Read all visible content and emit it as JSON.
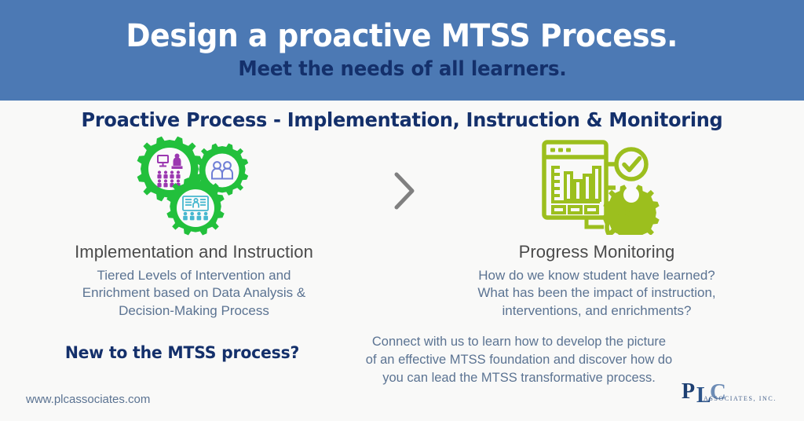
{
  "header": {
    "title": "Design a proactive MTSS Process.",
    "subtitle": "Meet the needs of all learners.",
    "background_color": "#4c79b4",
    "title_color": "#ffffff",
    "subtitle_color": "#14306b"
  },
  "section": {
    "heading": "Proactive Process - Implementation, Instruction & Monitoring",
    "heading_color": "#14306b"
  },
  "columns": [
    {
      "id": "implementation-instruction",
      "icon": "three-gears-icon",
      "icon_color": "#22c03c",
      "title": "Implementation and Instruction",
      "body_lines": [
        "Tiered Levels of Intervention and",
        "Enrichment based on Data Analysis &",
        "Decision-Making Process"
      ]
    },
    {
      "id": "progress-monitoring",
      "icon": "analytics-dashboard-icon",
      "icon_color": "#9cbf1e",
      "title": "Progress Monitoring",
      "body_lines": [
        "How do we know student have learned?",
        "What has been the impact of instruction,",
        "interventions, and enrichments?"
      ]
    }
  ],
  "flow": {
    "arrow_icon": "chevron-right-icon",
    "arrow_color": "#808080"
  },
  "cta": {
    "question": "New to the MTSS process?",
    "body_lines": [
      "Connect with us to learn how to develop the picture",
      "of an effective MTSS foundation and discover how do",
      "you can lead the MTSS transformative process."
    ]
  },
  "footer": {
    "website": "www.plcassociates.com",
    "logo": {
      "mark": "PLC",
      "wordmark": "ASSOCIATES, INC.",
      "color_dark": "#1d3f72",
      "color_mid": "#2d5489",
      "color_light": "#6d8cb5"
    }
  },
  "palette": {
    "page_background": "#f9f9f8",
    "body_text": "#5b7392",
    "title_text": "#4a4a4a",
    "navy": "#14306b",
    "gear_green": "#22c03c",
    "chart_green": "#9cbf1e",
    "gear_icon_purple": "#9b38b0",
    "gear_icon_periwinkle": "#6f7fd6",
    "gear_icon_teal": "#46b7cf"
  }
}
